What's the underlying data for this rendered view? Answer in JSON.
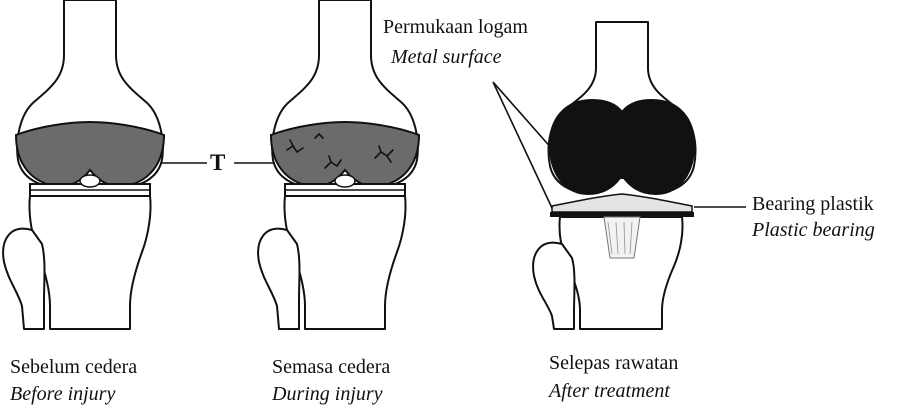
{
  "labels": {
    "before": {
      "ms": "Sebelum cedera",
      "en": "Before injury"
    },
    "during": {
      "ms": "Semasa cedera",
      "en": "During injury"
    },
    "after": {
      "ms": "Selepas rawatan",
      "en": "After treatment"
    },
    "metal_surface": {
      "ms": "Permukaan logam",
      "en": "Metal surface"
    },
    "plastic_bearing": {
      "ms": "Bearing plastik",
      "en": "Plastic bearing"
    },
    "marker": "T"
  },
  "colors": {
    "cartilage": "#6b6b6b",
    "metal": "#111111",
    "plastic": "#e4e4e4",
    "line": "#111111",
    "background": "#ffffff"
  }
}
